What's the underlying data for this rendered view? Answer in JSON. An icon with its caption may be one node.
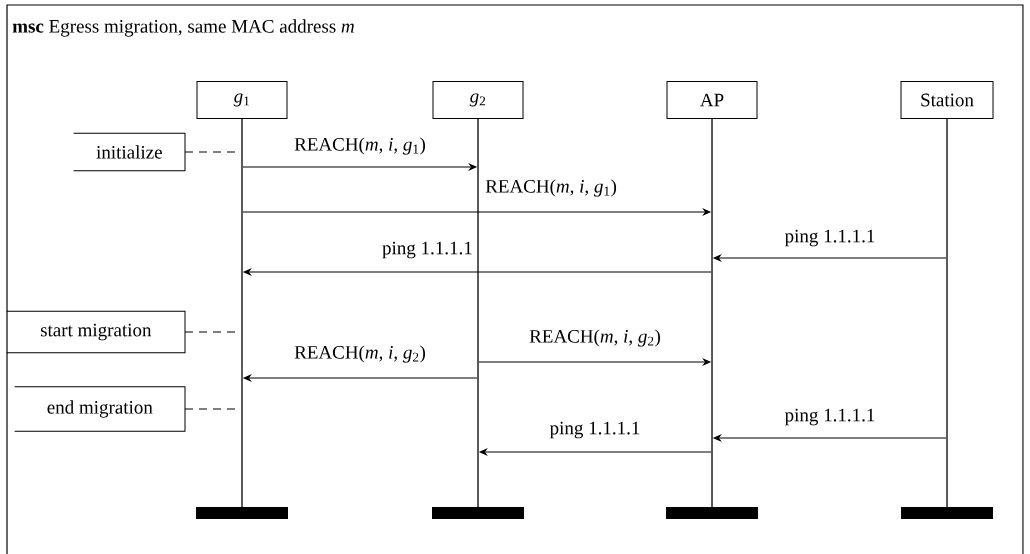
{
  "diagram": {
    "title": "**msc** Egress migration, same MAC address *m*",
    "nodes": [
      {
        "text": [
          "*g*$_{1}$"
        ]
      },
      {
        "text": [
          "*g*$_{2}$"
        ]
      },
      {
        "text": [
          "AP"
        ]
      },
      {
        "text": [
          "Station"
        ]
      },
      {
        "text": [
          "initialize"
        ]
      },
      {
        "text": [
          "start migration"
        ]
      },
      {
        "text": [
          "end migration"
        ]
      },
      {
        "text": [],
        "shape": "line"
      },
      {
        "text": [],
        "shape": "line"
      },
      {
        "text": [],
        "shape": "line"
      },
      {
        "text": [],
        "shape": "line"
      },
      {
        "text": [],
        "shape": "bar"
      },
      {
        "text": [],
        "shape": "bar"
      },
      {
        "text": [],
        "shape": "bar"
      },
      {
        "text": [],
        "shape": "bar"
      }
    ],
    "edges": [
      {
        "from": 7,
        "to": 8,
        "arrow": "to",
        "label": "REACH(*m*, *i*, *g*$_{1}$)"
      },
      {
        "from": 7,
        "to": 9,
        "arrow": "to",
        "label": "REACH(*m*, *i*, *g*$_{1}$)"
      },
      {
        "from": 10,
        "to": 9,
        "arrow": "to",
        "label": "ping 1.1.1.1"
      },
      {
        "from": 9,
        "to": 7,
        "arrow": "to",
        "label": "ping 1.1.1.1"
      },
      {
        "from": 8,
        "to": 9,
        "arrow": "to",
        "label": "REACH(*m*, *i*, *g*$_{2}$)"
      },
      {
        "from": 8,
        "to": 7,
        "arrow": "to",
        "label": "REACH(*m*, *i*, *g*$_{2}$)"
      },
      {
        "from": 10,
        "to": 9,
        "arrow": "to",
        "label": "ping 1.1.1.1"
      },
      {
        "from": 9,
        "to": 8,
        "arrow": "to",
        "label": "ping 1.1.1.1"
      },
      {
        "from": 4,
        "to": 7,
        "arrow": "none",
        "style": "dashed"
      },
      {
        "from": 5,
        "to": 7,
        "arrow": "none",
        "style": "dashed"
      },
      {
        "from": 6,
        "to": 7,
        "arrow": "none",
        "style": "dashed"
      }
    ]
  }
}
